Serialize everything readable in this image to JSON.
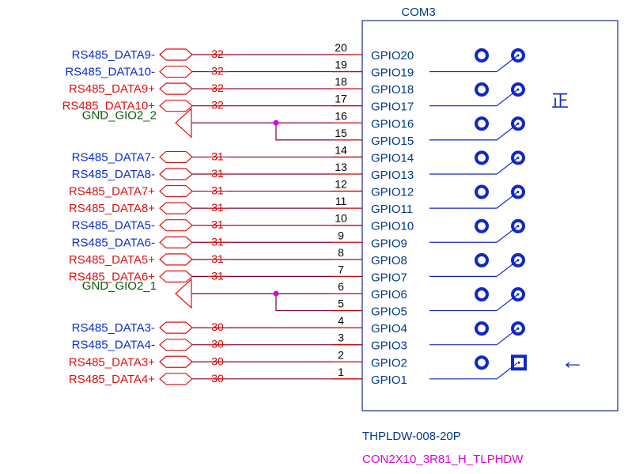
{
  "component": {
    "ref": "COM3",
    "part_number": "THPLDW-008-20P",
    "footprint": "CON2X10_3R81_H_TLPHDW",
    "orientation_mark": "正",
    "pin1_arrow": "←"
  },
  "colors": {
    "net_blue": "#0a2cd8",
    "net_red": "#e01010",
    "net_green": "#0a5a0a",
    "wire": "#800040",
    "pin_line": "#cc0000",
    "gpio_text": "#003a8c",
    "box": "#1a2a8c",
    "pad": "#1028c8",
    "junction": "#e000e0",
    "footprint_text": "#e000e0"
  },
  "pins": [
    {
      "num": "20",
      "gpio": "GPIO20"
    },
    {
      "num": "19",
      "gpio": "GPIO19"
    },
    {
      "num": "18",
      "gpio": "GPIO18"
    },
    {
      "num": "17",
      "gpio": "GPIO17"
    },
    {
      "num": "16",
      "gpio": "GPIO16"
    },
    {
      "num": "15",
      "gpio": "GPIO15"
    },
    {
      "num": "14",
      "gpio": "GPIO14"
    },
    {
      "num": "13",
      "gpio": "GPIO13"
    },
    {
      "num": "12",
      "gpio": "GPIO12"
    },
    {
      "num": "11",
      "gpio": "GPIO11"
    },
    {
      "num": "10",
      "gpio": "GPIO10"
    },
    {
      "num": "9",
      "gpio": "GPIO9"
    },
    {
      "num": "8",
      "gpio": "GPIO8"
    },
    {
      "num": "7",
      "gpio": "GPIO7"
    },
    {
      "num": "6",
      "gpio": "GPIO6"
    },
    {
      "num": "5",
      "gpio": "GPIO5"
    },
    {
      "num": "4",
      "gpio": "GPIO4"
    },
    {
      "num": "3",
      "gpio": "GPIO3"
    },
    {
      "num": "2",
      "gpio": "GPIO2"
    },
    {
      "num": "1",
      "gpio": "GPIO1"
    }
  ],
  "nets": [
    {
      "label": "RS485_DATA9-",
      "color": "blue",
      "bus": "32",
      "pin": "20"
    },
    {
      "label": "RS485_DATA10-",
      "color": "blue",
      "bus": "32",
      "pin": "19"
    },
    {
      "label": "RS485_DATA9+",
      "color": "red",
      "bus": "32",
      "pin": "18"
    },
    {
      "label": "RS485_DATA10+",
      "color": "red",
      "bus": "32",
      "pin": "17"
    },
    {
      "label": "RS485_DATA7-",
      "color": "blue",
      "bus": "31",
      "pin": "14"
    },
    {
      "label": "RS485_DATA8-",
      "color": "blue",
      "bus": "31",
      "pin": "13"
    },
    {
      "label": "RS485_DATA7+",
      "color": "red",
      "bus": "31",
      "pin": "12"
    },
    {
      "label": "RS485_DATA8+",
      "color": "red",
      "bus": "31",
      "pin": "11"
    },
    {
      "label": "RS485_DATA5-",
      "color": "blue",
      "bus": "31",
      "pin": "10"
    },
    {
      "label": "RS485_DATA6-",
      "color": "blue",
      "bus": "31",
      "pin": "9"
    },
    {
      "label": "RS485_DATA5+",
      "color": "red",
      "bus": "31",
      "pin": "8"
    },
    {
      "label": "RS485_DATA6+",
      "color": "red",
      "bus": "31",
      "pin": "7"
    },
    {
      "label": "RS485_DATA3-",
      "color": "blue",
      "bus": "30",
      "pin": "4"
    },
    {
      "label": "RS485_DATA4-",
      "color": "blue",
      "bus": "30",
      "pin": "3"
    },
    {
      "label": "RS485_DATA3+",
      "color": "red",
      "bus": "30",
      "pin": "2"
    },
    {
      "label": "RS485_DATA4+",
      "color": "red",
      "bus": "30",
      "pin": "1"
    }
  ],
  "grounds": [
    {
      "label": "GND_GIO2_2",
      "pins": [
        "16",
        "15"
      ]
    },
    {
      "label": "GND_GIO2_1",
      "pins": [
        "6",
        "5"
      ]
    }
  ]
}
